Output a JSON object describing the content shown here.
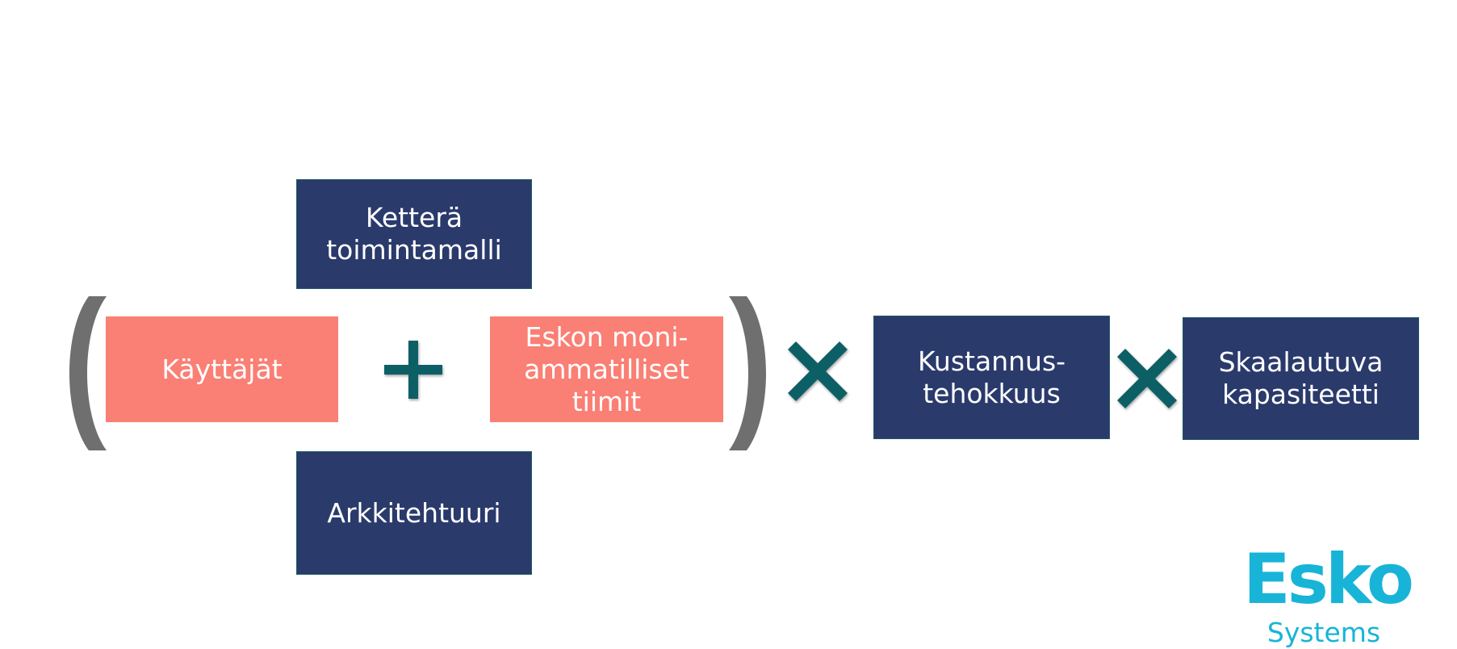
{
  "boxes": {
    "kettera": "Ketterä\ntoimintamalli",
    "kayttajat": "Käyttäjät",
    "eskon": "Eskon moni-\nammatilliset\ntiimit",
    "arkkitehtuuri": "Arkkitehtuuri",
    "kustannus": "Kustannus-\ntehokkuus",
    "skaalautuva": "Skaalautuva\nkapasiteetti"
  },
  "logo": {
    "main": "Esko",
    "sub": "Systems"
  },
  "colors": {
    "navy": "#2a3a6b",
    "salmon": "#fa7f74",
    "operator": "#0e5f66",
    "paren": "#6f6f6f",
    "logo": "#18b4d8"
  },
  "icons": [
    "left-paren-icon",
    "plus-icon",
    "right-paren-icon",
    "multiply-icon",
    "multiply-icon"
  ]
}
